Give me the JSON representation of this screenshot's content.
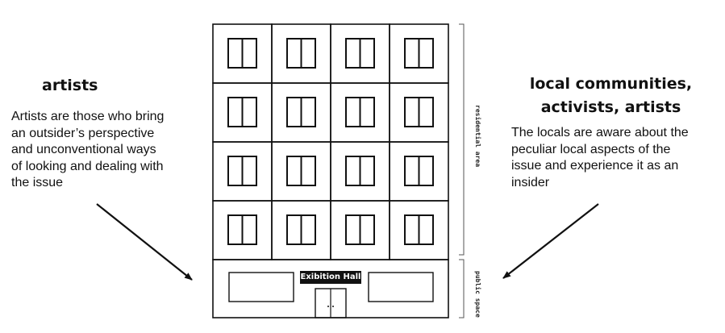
{
  "left": {
    "heading": "artists",
    "lines": [
      "Artists are those who bring",
      "an outsider’s perspective",
      "and unconventional ways",
      "of looking and dealing with",
      "the issue"
    ]
  },
  "right": {
    "heading_lines": [
      "local communities,",
      "activists, artists"
    ],
    "lines": [
      "The locals are aware about the",
      "peculiar local aspects of the",
      "issue and experience it as an",
      "insider"
    ]
  },
  "building": {
    "floors": 4,
    "windows_per_floor": 4,
    "sign": "Exibition Hall",
    "bracket_labels": {
      "residential": "residential area",
      "public": "public space"
    }
  },
  "colors": {
    "ink": "#111111",
    "background": "#ffffff"
  }
}
